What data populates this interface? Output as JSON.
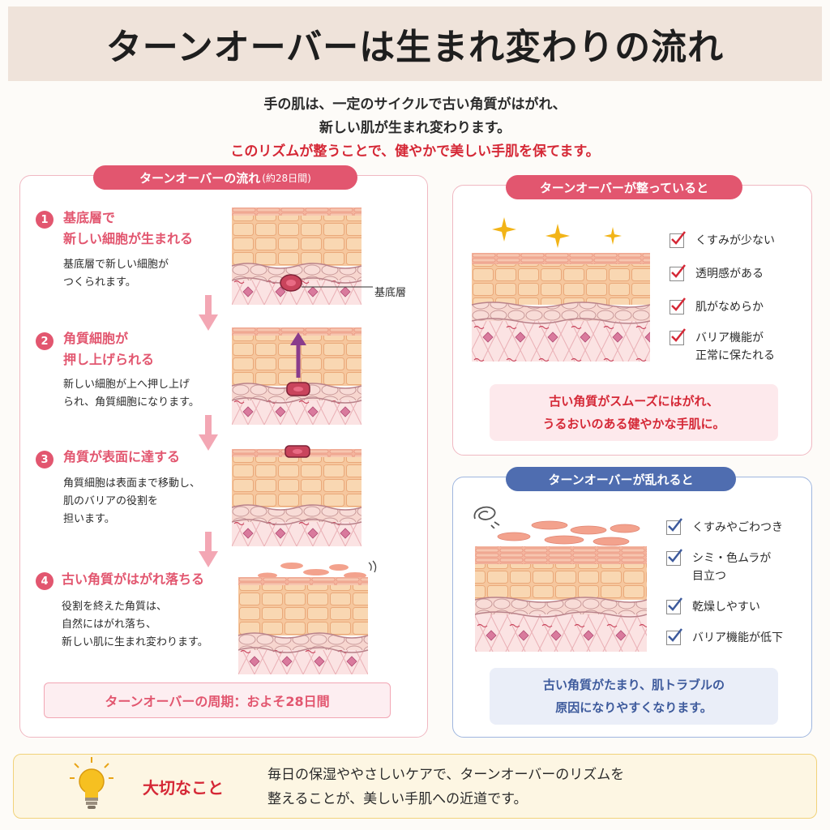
{
  "title": "ターンオーバーは生まれ変わりの流れ",
  "intro": {
    "line1": "手の肌は、一定のサイクルで古い角質がはがれ、",
    "line2": "新しい肌が生まれ変わります。",
    "line3": "このリズムが整うことで、健やかで美しい手肌を保てます。"
  },
  "flow": {
    "heading": "ターンオーバーの流れ",
    "heading_sub": "(約28日間)",
    "steps": [
      {
        "num": "1",
        "title_l1": "基底層で",
        "title_l2": "新しい細胞が生まれる",
        "desc_l1": "基底層で新しい細胞が",
        "desc_l2": "つくられます。",
        "desc_l3": ""
      },
      {
        "num": "2",
        "title_l1": "角質細胞が",
        "title_l2": "押し上げられる",
        "desc_l1": "新しい細胞が上へ押し上げ",
        "desc_l2": "られ、角質細胞になります。",
        "desc_l3": ""
      },
      {
        "num": "3",
        "title_l1": "角質が表面に達する",
        "title_l2": "",
        "desc_l1": "角質細胞は表面まで移動し、",
        "desc_l2": "肌のバリアの役割を",
        "desc_l3": "担います。"
      },
      {
        "num": "4",
        "title_l1": "古い角質がはがれ落ちる",
        "title_l2": "",
        "desc_l1": "役割を終えた角質は、",
        "desc_l2": "自然にはがれ落ち、",
        "desc_l3": "新しい肌に生まれ変わります。"
      }
    ],
    "basal_label": "基底層",
    "cycle": "ターンオーバーの周期：およそ28日間"
  },
  "good": {
    "heading": "ターンオーバーが整っていると",
    "items": [
      "くすみが少ない",
      "透明感がある",
      "肌がなめらか",
      "バリア機能が",
      "正常に保たれる"
    ],
    "note_l1": "古い角質がスムーズにはがれ、",
    "note_l2": "うるおいのある健やかな手肌に。"
  },
  "bad": {
    "heading": "ターンオーバーが乱れると",
    "items": [
      "くすみやごわつき",
      "シミ・色ムラが",
      "目立つ",
      "乾燥しやすい",
      "バリア機能が低下"
    ],
    "note_l1": "古い角質がたまり、肌トラブルの",
    "note_l2": "原因になりやすくなります。"
  },
  "footer": {
    "label": "大切なこと",
    "line1": "毎日の保湿ややさしいケアで、ターンオーバーのリズムを",
    "line2": "整えることが、美しい手肌への近道です。"
  },
  "colors": {
    "accent_pink": "#e2566f",
    "accent_red": "#d52836",
    "accent_blue": "#4f6db0"
  },
  "icons": [
    "sparkle-icon",
    "checkmark-icon",
    "scribble-icon",
    "lightbulb-icon",
    "arrow-down-icon",
    "arrow-up-icon"
  ]
}
